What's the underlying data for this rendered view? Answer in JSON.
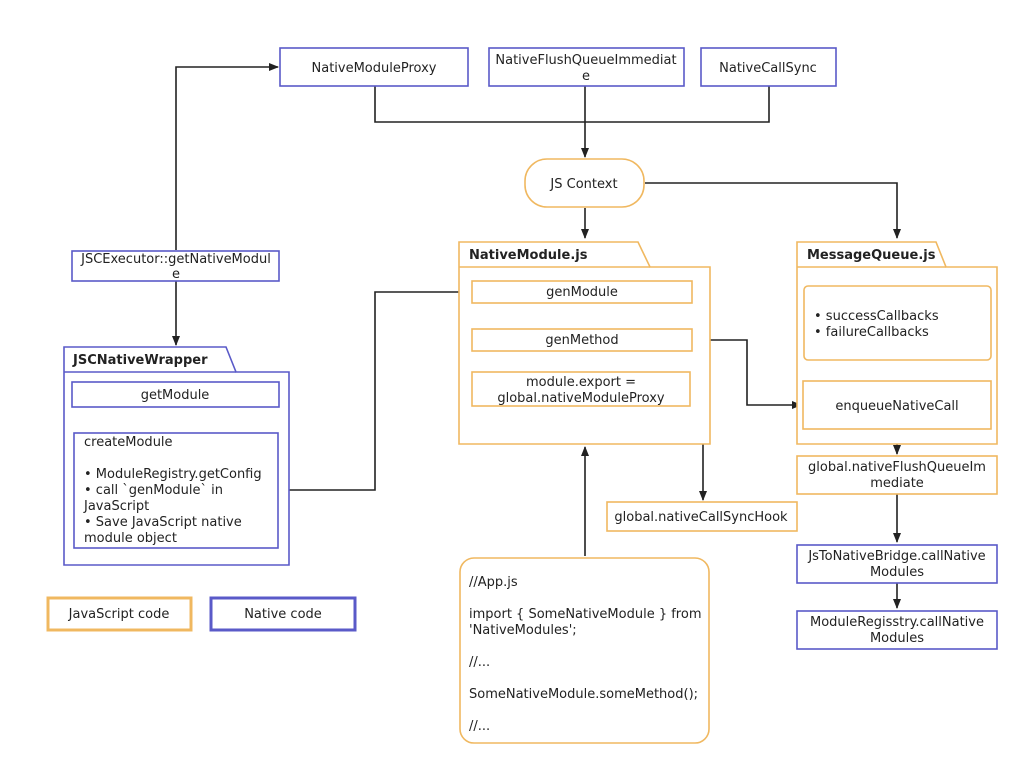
{
  "colors": {
    "native": "#5a5ac8",
    "javascript": "#f0b860",
    "arrow": "#222222"
  },
  "nodes": {
    "native_module_proxy": "NativeModuleProxy",
    "native_flush_queue_1": "NativeFlushQueueImmediat",
    "native_flush_queue_2": "e",
    "native_call_sync": "NativeCallSync",
    "js_context": "JS Context",
    "jsc_executor_1": "JSCExecutor::getNativeModul",
    "jsc_executor_2": "e",
    "global_native_call_sync_hook": "global.nativeCallSyncHook",
    "global_flush_1": "global.nativeFlushQueueIm",
    "global_flush_2": "mediate",
    "js_to_native_1": "JsToNativeBridge.callNative",
    "js_to_native_2": "Modules",
    "module_registry_1": "ModuleRegisstry.callNative",
    "module_registry_2": "Modules"
  },
  "jsc_native_wrapper": {
    "title": "JSCNativeWrapper",
    "get_module": "getModule",
    "create_module_lines": [
      "createModule",
      "",
      "• ModuleRegistry.getConfig",
      "• call `genModule` in",
      "JavaScript",
      "• Save JavaScript native",
      "module object"
    ]
  },
  "native_module_js": {
    "title": "NativeModule.js",
    "gen_module": "genModule",
    "gen_method": "genMethod",
    "export_1": "module.export =",
    "export_2": "global.nativeModuleProxy"
  },
  "message_queue_js": {
    "title": "MessageQueue.js",
    "callbacks": [
      "• successCallbacks",
      "• failureCallbacks"
    ],
    "enqueue": "enqueueNativeCall"
  },
  "app_js_lines": [
    "//App.js",
    "",
    "import { SomeNativeModule } from",
    "'NativeModules';",
    "",
    "//...",
    "",
    "SomeNativeModule.someMethod();",
    "",
    "//..."
  ],
  "legend": {
    "javascript": "JavaScript code",
    "native": "Native code"
  }
}
